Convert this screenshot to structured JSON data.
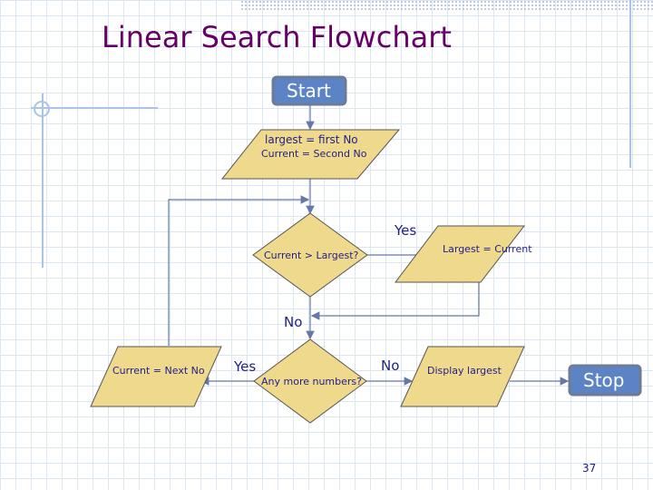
{
  "title": "Linear Search Flowchart",
  "nodes": {
    "start": "Start",
    "init_line1": "largest = first No",
    "init_line2": "Current = Second No",
    "compare": "Current > Largest?",
    "assign_largest": "Largest = Current",
    "more_numbers": "Any more numbers?",
    "next_number": "Current = Next No",
    "display": "Display largest",
    "stop": "Stop"
  },
  "edge_labels": {
    "compare_yes": "Yes",
    "compare_no": "No",
    "more_yes": "Yes",
    "more_no": "No"
  },
  "page_number": "37",
  "colors": {
    "title": "#660066",
    "shape_fill": "#efd98c",
    "shape_stroke": "#555555",
    "terminator_fill": "#5b83c6",
    "terminator_stroke": "#6c7c94",
    "text": "#1f1f8a",
    "arrow": "#6677aa"
  }
}
